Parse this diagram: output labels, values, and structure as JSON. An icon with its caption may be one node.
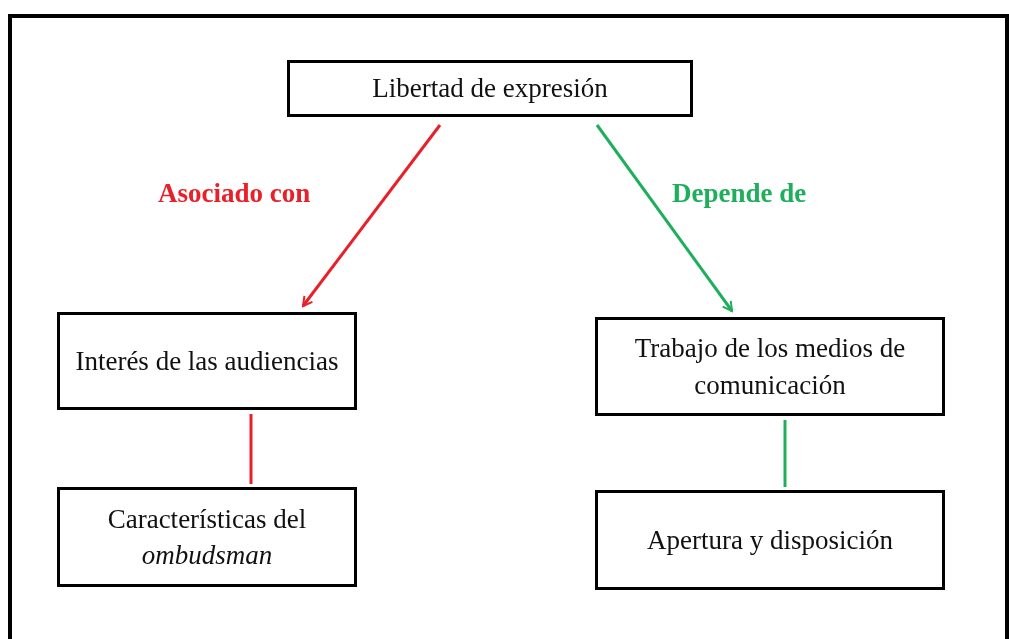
{
  "diagram": {
    "nodes": [
      {
        "text": [
          "Libertad de expresión"
        ]
      },
      {
        "text": [
          "Interés de las audiencias"
        ]
      },
      {
        "text": [
          "Características del *ombudsman*"
        ]
      },
      {
        "text": [
          "Trabajo de los medios de comunicación"
        ]
      },
      {
        "text": [
          "Apertura y disposición"
        ]
      }
    ],
    "edges": [
      {
        "from": 0,
        "to": 1,
        "arrow": "to",
        "label": "Asociado con",
        "color": "#e8202a"
      },
      {
        "from": 0,
        "to": 3,
        "arrow": "to",
        "label": "Depende de",
        "color": "#1fae5b"
      },
      {
        "from": 1,
        "to": 2,
        "arrow": "none",
        "color": "#e8202a"
      },
      {
        "from": 3,
        "to": 4,
        "arrow": "none",
        "color": "#1fae5b"
      }
    ]
  }
}
